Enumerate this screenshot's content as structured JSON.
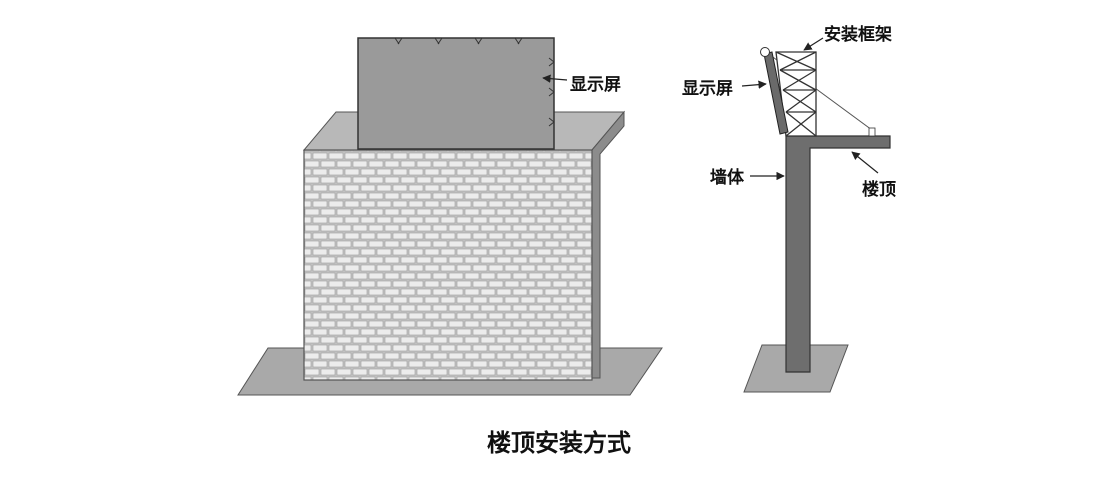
{
  "diagram": {
    "title": "楼顶安装方式",
    "left_view": {
      "screen_label": "显示屏"
    },
    "right_view": {
      "frame_label": "安装框架",
      "screen_label": "显示屏",
      "wall_label": "墙体",
      "roof_label": "楼顶"
    }
  },
  "colors": {
    "ground": "#a9a9a9",
    "roof_slab": "#b3b3b3",
    "screen": "#9a9a9a",
    "wall": "#6e6e6e",
    "brick_face": "#e8e8e8",
    "brick_mortar": "#bdbdbd",
    "outline": "#3a3a3a",
    "text": "#111111"
  }
}
